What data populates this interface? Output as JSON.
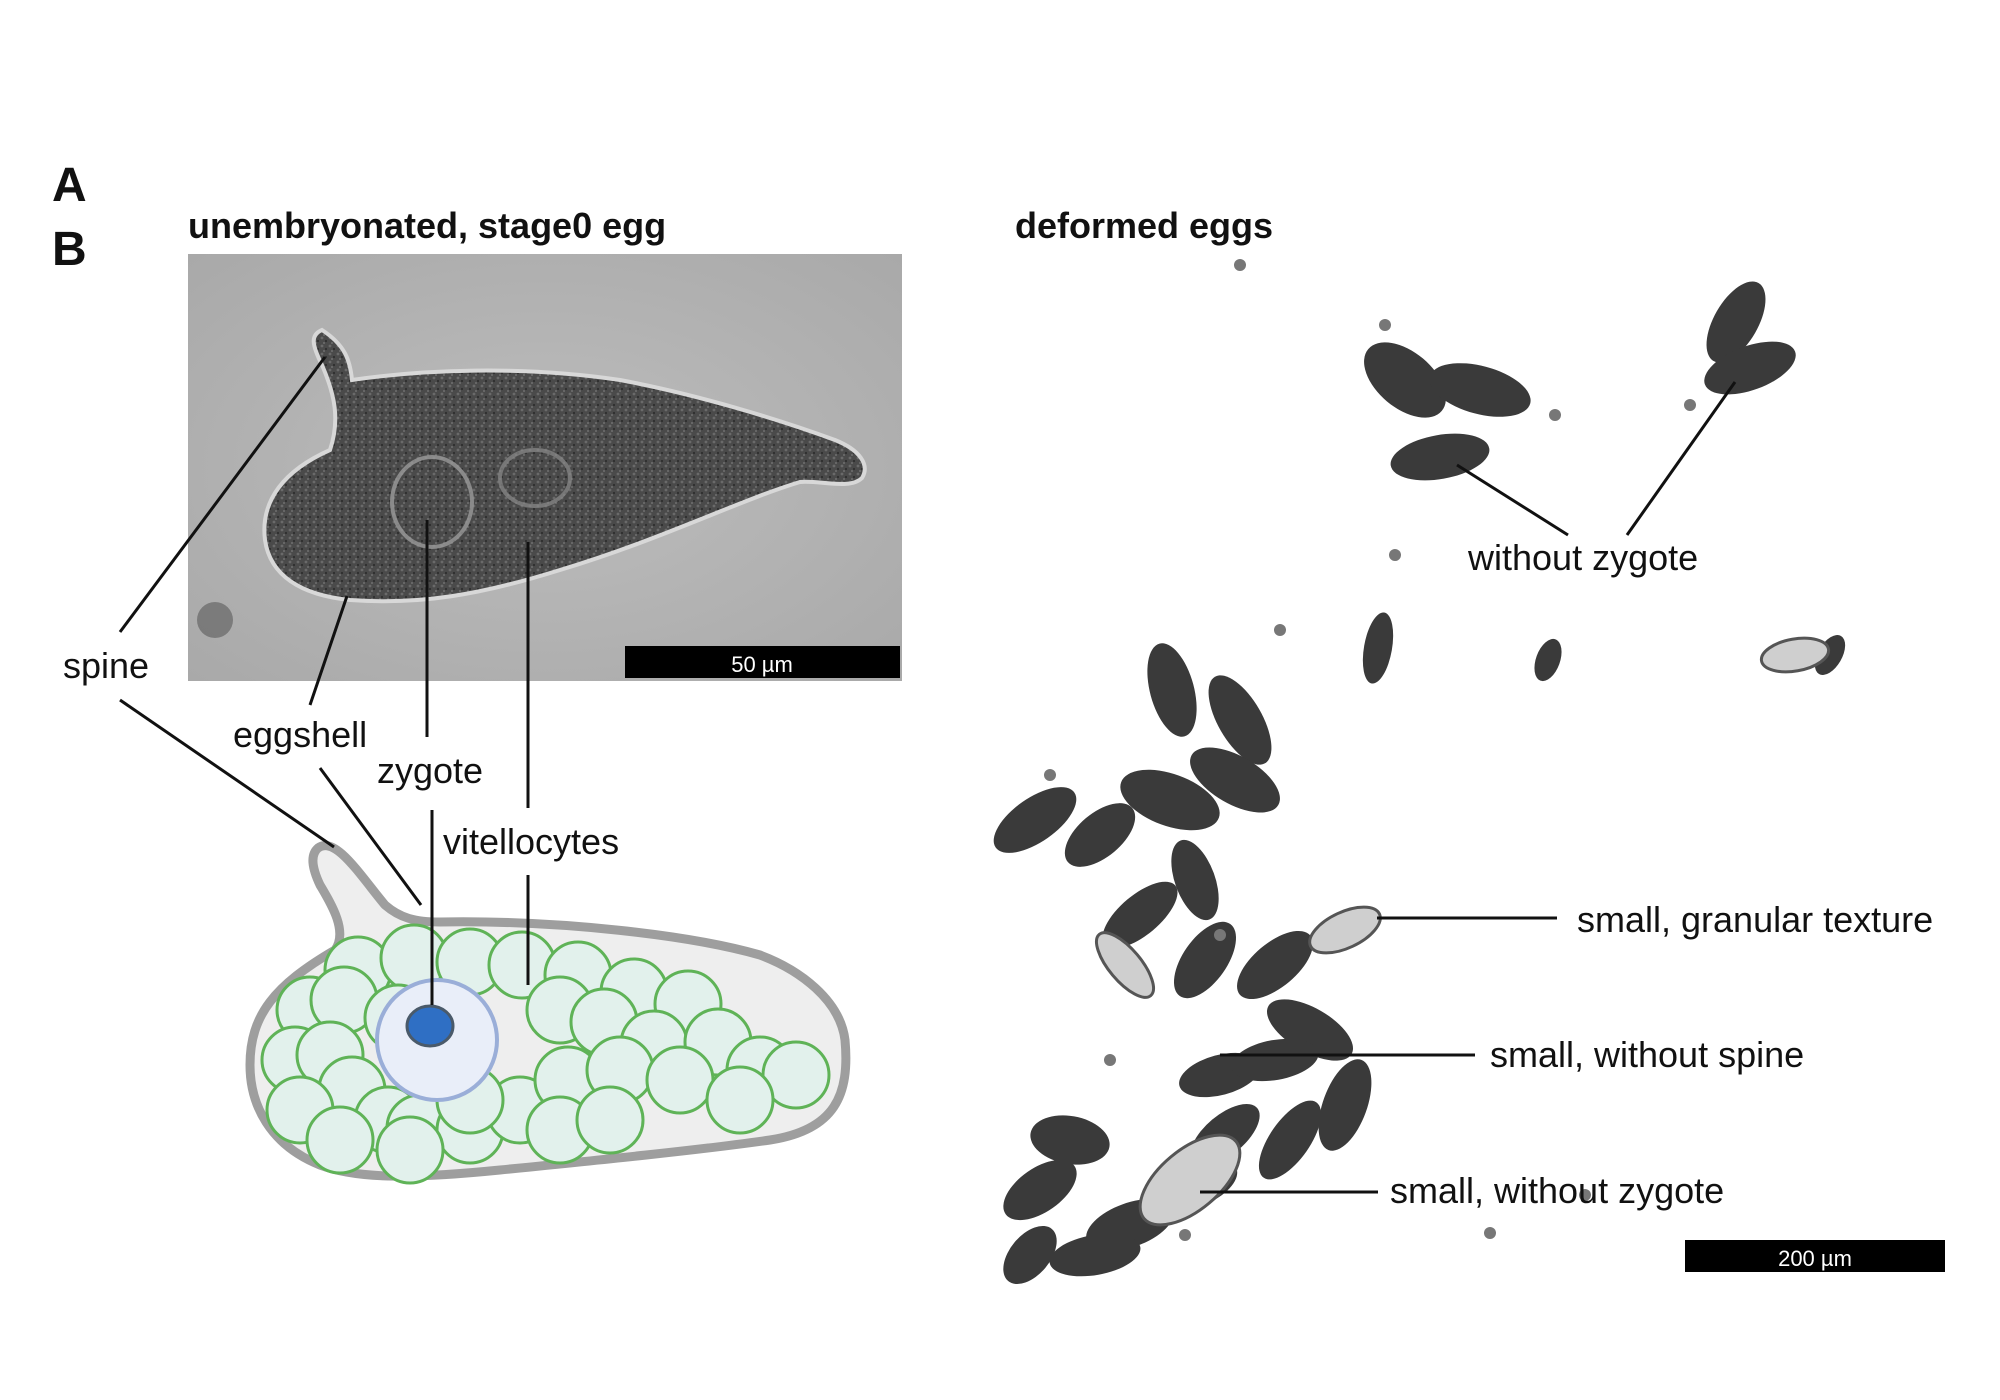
{
  "panels": {
    "a_letter": "A",
    "b_letter": "B",
    "a_title": "unembryonated, stage0 egg",
    "b_title": "deformed eggs"
  },
  "panel_a": {
    "scale_bar": "50 µm",
    "labels": {
      "spine": "spine",
      "eggshell": "eggshell",
      "zygote": "zygote",
      "vitellocytes": "vitellocytes"
    }
  },
  "panel_b": {
    "scale_bar": "200 µm",
    "labels": {
      "without_zygote": "without zygote",
      "small_granular": "small, granular texture",
      "small_without_spine": "small, without spine",
      "small_without_zygote": "small, without zygote"
    }
  },
  "colors": {
    "eggshell_fill": "#eeeeee",
    "eggshell_stroke": "#9e9e9e",
    "vitellocyte_fill": "#e2f1ec",
    "vitellocyte_stroke": "#5fb357",
    "zygote_fill": "#e9eef9",
    "zygote_stroke": "#9aaed8",
    "nucleus_fill": "#2f6fc4",
    "micrograph_bg": "#b4b4b4",
    "egg_dark": "#3a3a3a"
  }
}
